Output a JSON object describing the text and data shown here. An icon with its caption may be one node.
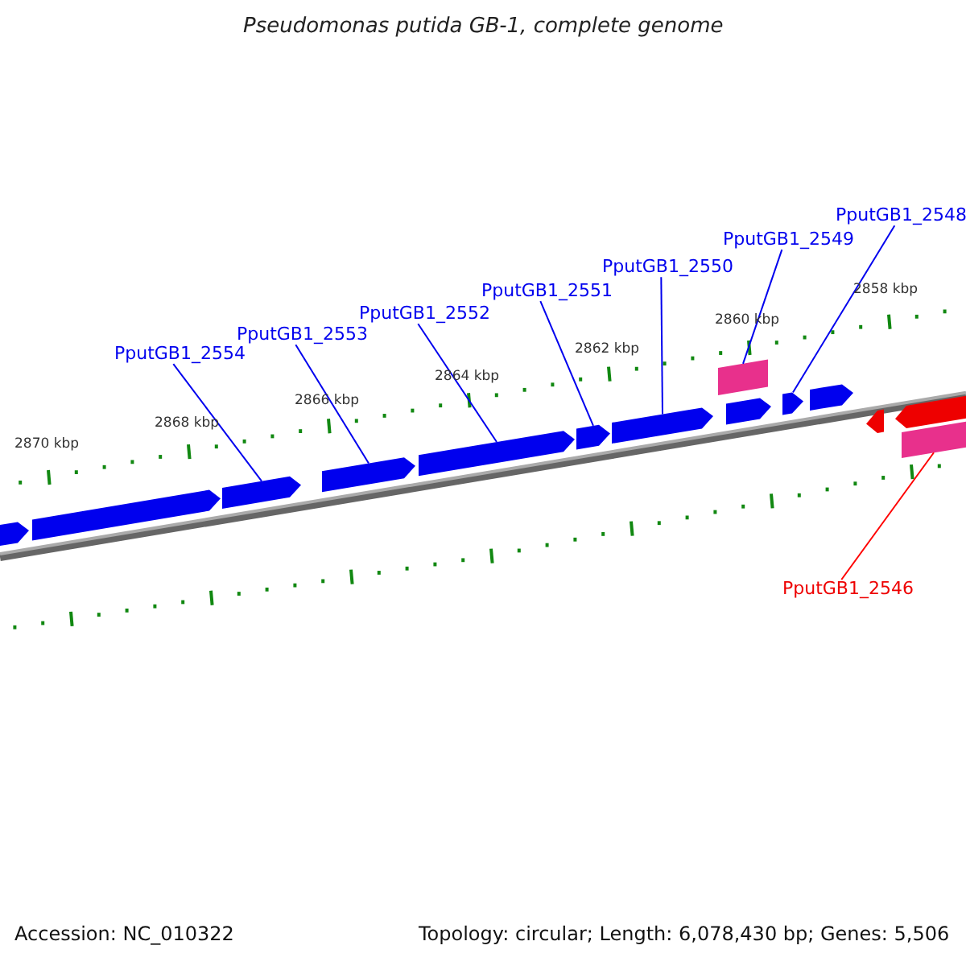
{
  "diagram": {
    "title": "Pseudomonas putida GB-1, complete genome",
    "nodes": [
      {
        "text": [
          "PputGB1_2548"
        ]
      },
      {
        "text": [
          "PputGB1_2549"
        ]
      },
      {
        "text": [
          "PputGB1_2550"
        ]
      },
      {
        "text": [
          "PputGB1_2551"
        ]
      },
      {
        "text": [
          "PputGB1_2552"
        ]
      },
      {
        "text": [
          "PputGB1_2553"
        ]
      },
      {
        "text": [
          "PputGB1_2554"
        ]
      },
      {
        "text": [
          "PputGB1_2546"
        ]
      },
      {
        "text": [],
        "shape": "arrow"
      },
      {
        "text": [],
        "shape": "arrow"
      },
      {
        "text": [],
        "shape": "arrow"
      },
      {
        "text": [],
        "shape": "arrow"
      },
      {
        "text": [],
        "shape": "arrow"
      },
      {
        "text": [],
        "shape": "arrow"
      },
      {
        "text": [],
        "shape": "arrow"
      },
      {
        "text": [],
        "shape": "box"
      },
      {
        "text": [],
        "shape": "arrow"
      },
      {
        "text": [],
        "shape": "arrow"
      },
      {
        "text": [],
        "shape": "arrow"
      },
      {
        "text": [],
        "shape": "arrow"
      },
      {
        "text": [],
        "shape": "arrow"
      },
      {
        "text": [],
        "shape": "box"
      }
    ],
    "edges": [
      {
        "from": 6,
        "to": 10,
        "arrow": "none"
      },
      {
        "from": 5,
        "to": 11,
        "arrow": "none"
      },
      {
        "from": 4,
        "to": 12,
        "arrow": "none"
      },
      {
        "from": 3,
        "to": 13,
        "arrow": "none"
      },
      {
        "from": 2,
        "to": 14,
        "arrow": "none"
      },
      {
        "from": 1,
        "to": 15,
        "arrow": "none"
      },
      {
        "from": 0,
        "to": 17,
        "arrow": "none"
      },
      {
        "from": 7,
        "to": 21,
        "arrow": "none",
        "color": "#ff0000"
      }
    ],
    "labels": [
      "2870 kbp",
      "2868 kbp",
      "2866 kbp",
      "2864 kbp",
      "2862 kbp",
      "2860 kbp",
      "2858 kbp",
      "Accession: NC_010322",
      "Topology: circular; Length: 6,078,430 bp; Genes: 5,506"
    ]
  }
}
